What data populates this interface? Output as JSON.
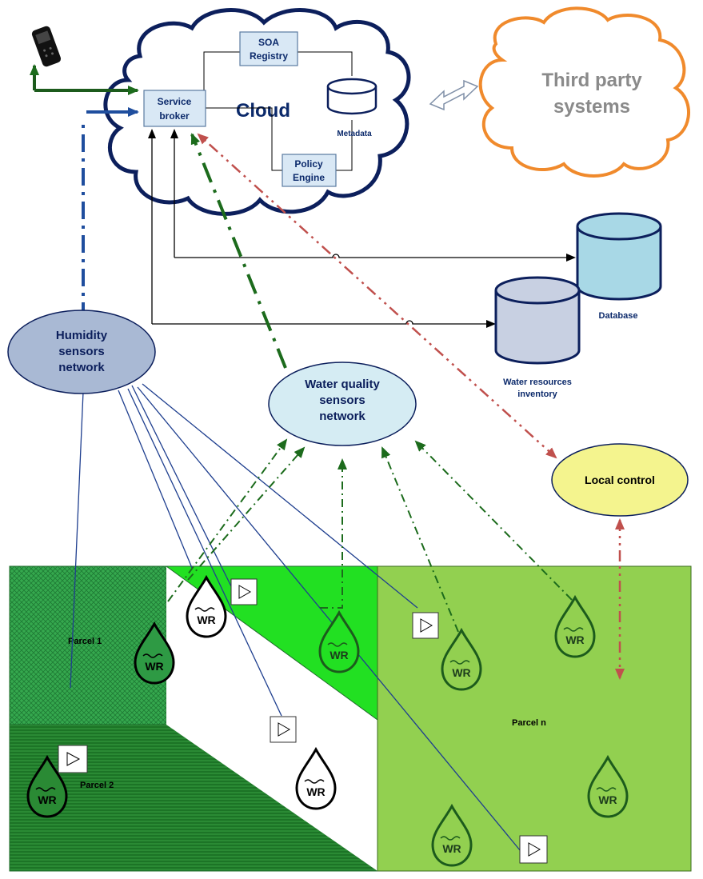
{
  "cloud": {
    "title": "Cloud",
    "soa_registry": [
      "SOA",
      "Registry"
    ],
    "service_broker": [
      "Service",
      "broker"
    ],
    "metadata": "Metadata",
    "policy_engine": [
      "Policy",
      "Engine"
    ]
  },
  "third_party": [
    "Third party",
    "systems"
  ],
  "databases": {
    "database": "Database",
    "water_inventory": [
      "Water resources",
      "inventory"
    ]
  },
  "nodes": {
    "humidity": [
      "Humidity",
      "sensors",
      "network"
    ],
    "water_quality": [
      "Water quality",
      "sensors",
      "network"
    ],
    "local_control": "Local control"
  },
  "parcels": {
    "parcel1": "Parcel 1",
    "parcel2": "Parcel 2",
    "parceln": "Parcel n"
  },
  "water_resource_label": "WR",
  "colors": {
    "cloud_border": "#0c1f5c",
    "third_party_border": "#f08a2c",
    "third_party_text": "#8a8a8a",
    "box_fill": "#d9e8f5",
    "db_fill": "#a8d8e6",
    "inventory_fill": "#c8d0e2",
    "humidity_fill": "#a9b9d4",
    "water_quality_fill": "#d5ecf3",
    "local_control_fill": "#f4f48e",
    "blue_line": "#1f4e9e",
    "green_line": "#1c6b1c",
    "red_line": "#c0504d",
    "parcel1": "#34a853",
    "parcel2": "#1f7f2f",
    "bright_green": "#22e022",
    "parceln": "#92d050"
  }
}
